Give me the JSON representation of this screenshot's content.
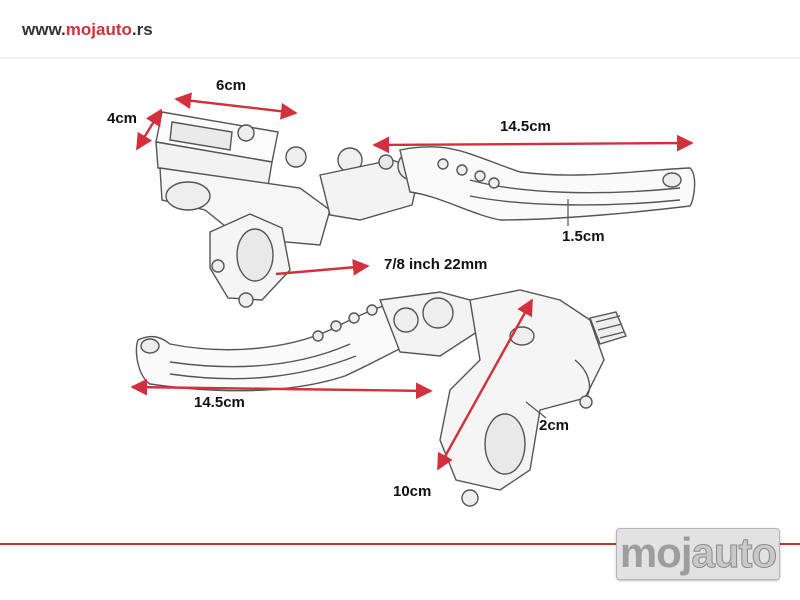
{
  "header": {
    "url_prefix": "www.",
    "url_brand": "mojauto",
    "url_suffix": ".rs"
  },
  "diagram": {
    "labels": {
      "reservoir_width": "6cm",
      "reservoir_height": "4cm",
      "top_lever_length": "14.5cm",
      "lever_thickness": "1.5cm",
      "bar_diameter": "7/8 inch 22mm",
      "bottom_lever_length": "14.5cm",
      "clamp_width": "2cm",
      "clamp_height": "10cm"
    },
    "arrow_color": "#d1303c",
    "line_color": "#555555"
  },
  "watermark": {
    "part1": "moj",
    "part2": "auto"
  },
  "colors": {
    "brand_red": "#d1303c",
    "rule_red": "#c0392b"
  }
}
